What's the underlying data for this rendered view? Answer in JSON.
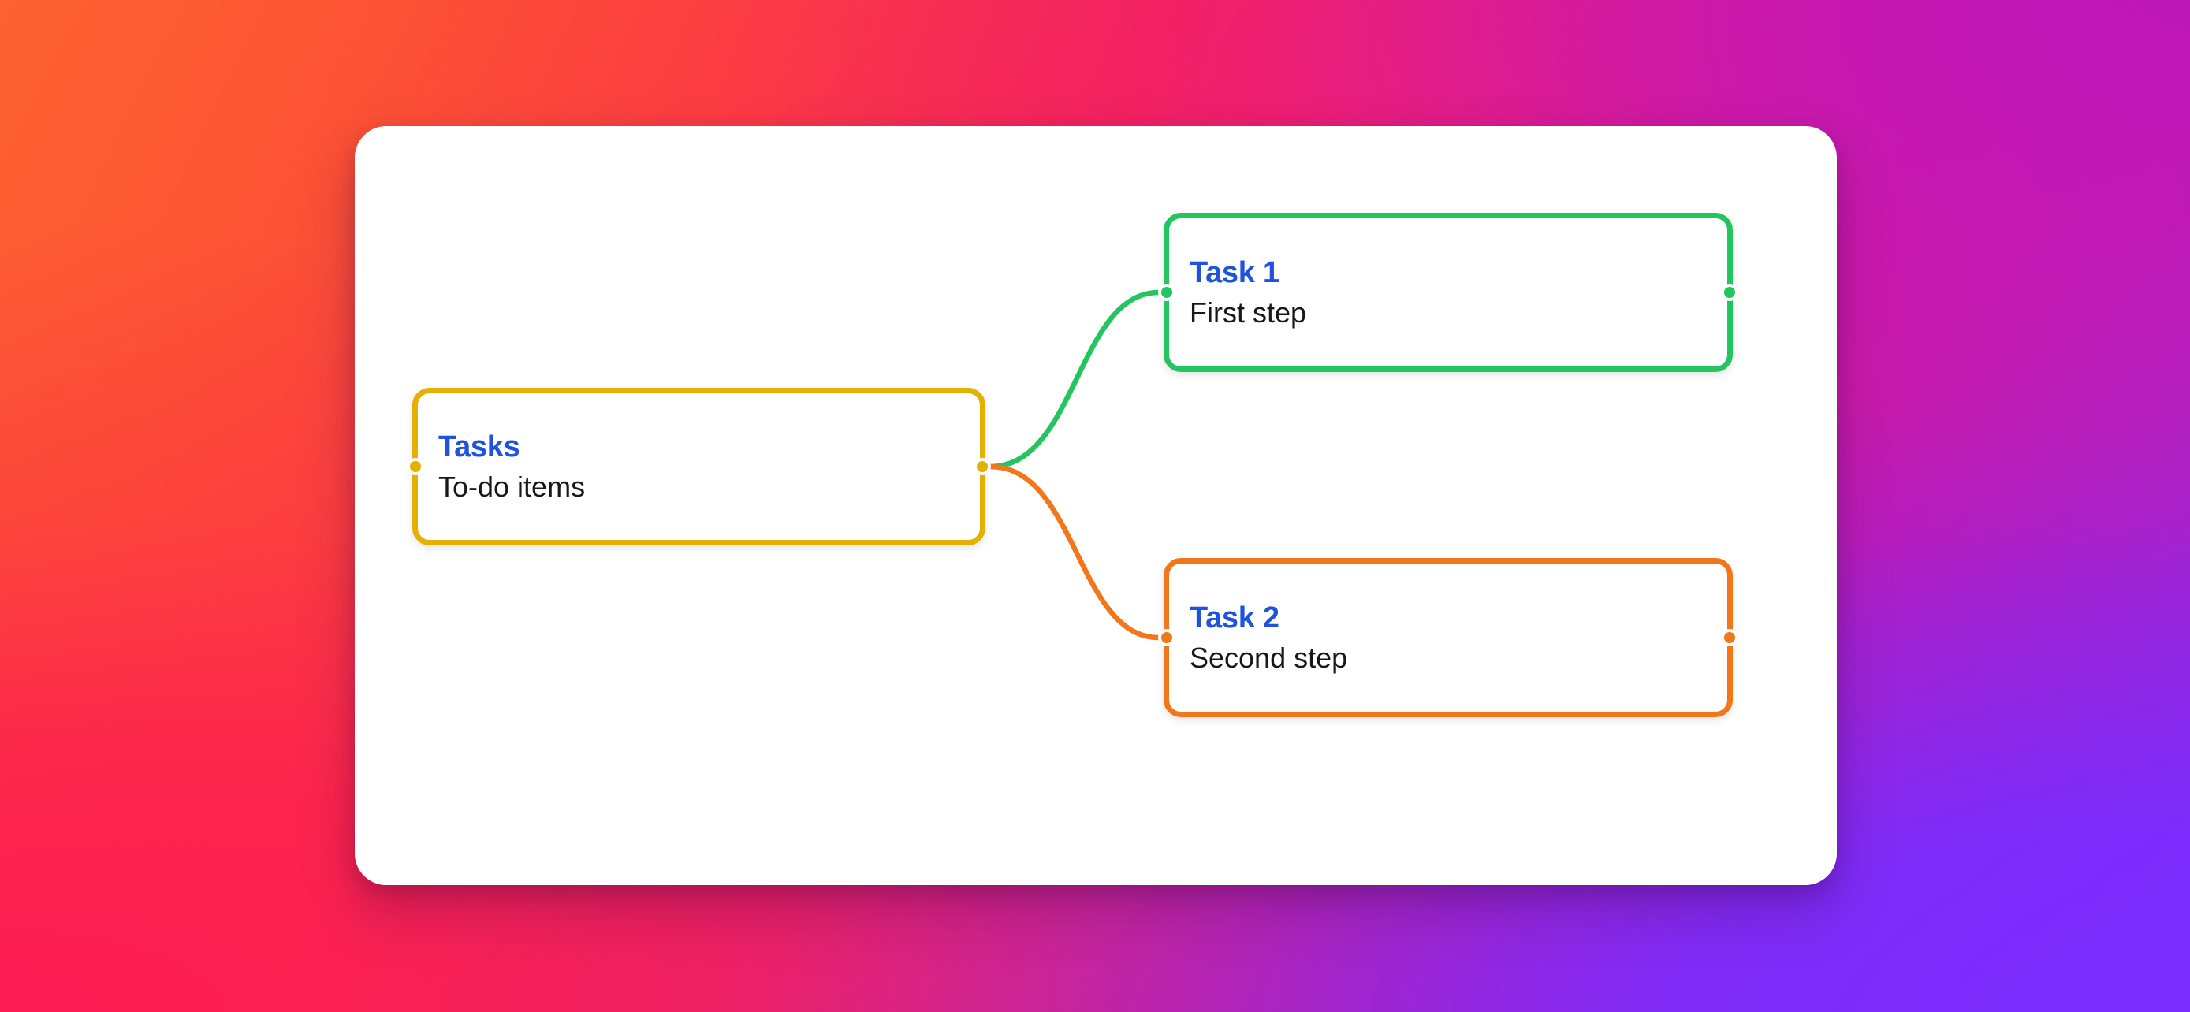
{
  "canvas": {
    "background_colors": {
      "top_left": "#FC6232",
      "top_center": "#FA2151",
      "top_right": "#BE17B8",
      "bottom_left": "#FC1B55",
      "bottom_right": "#7A2DFD"
    },
    "card_background": "#FFFFFF"
  },
  "diagram": {
    "type": "node-graph",
    "title_color": "#1F53DE",
    "subtitle_color": "#18181B",
    "nodes": [
      {
        "id": "tasks",
        "title": "Tasks",
        "subtitle": "To-do items",
        "border_color": "#E5B004",
        "handles": [
          "left",
          "right"
        ]
      },
      {
        "id": "task1",
        "title": "Task 1",
        "subtitle": "First step",
        "border_color": "#22C55E",
        "handles": [
          "left",
          "right"
        ]
      },
      {
        "id": "task2",
        "title": "Task 2",
        "subtitle": "Second step",
        "border_color": "#F4761B",
        "handles": [
          "left",
          "right"
        ]
      }
    ],
    "edges": [
      {
        "id": "tasks-to-task1",
        "from": "tasks",
        "to": "task1",
        "color": "#22C55E"
      },
      {
        "id": "tasks-to-task2",
        "from": "tasks",
        "to": "task2",
        "color": "#F4761B"
      }
    ]
  }
}
